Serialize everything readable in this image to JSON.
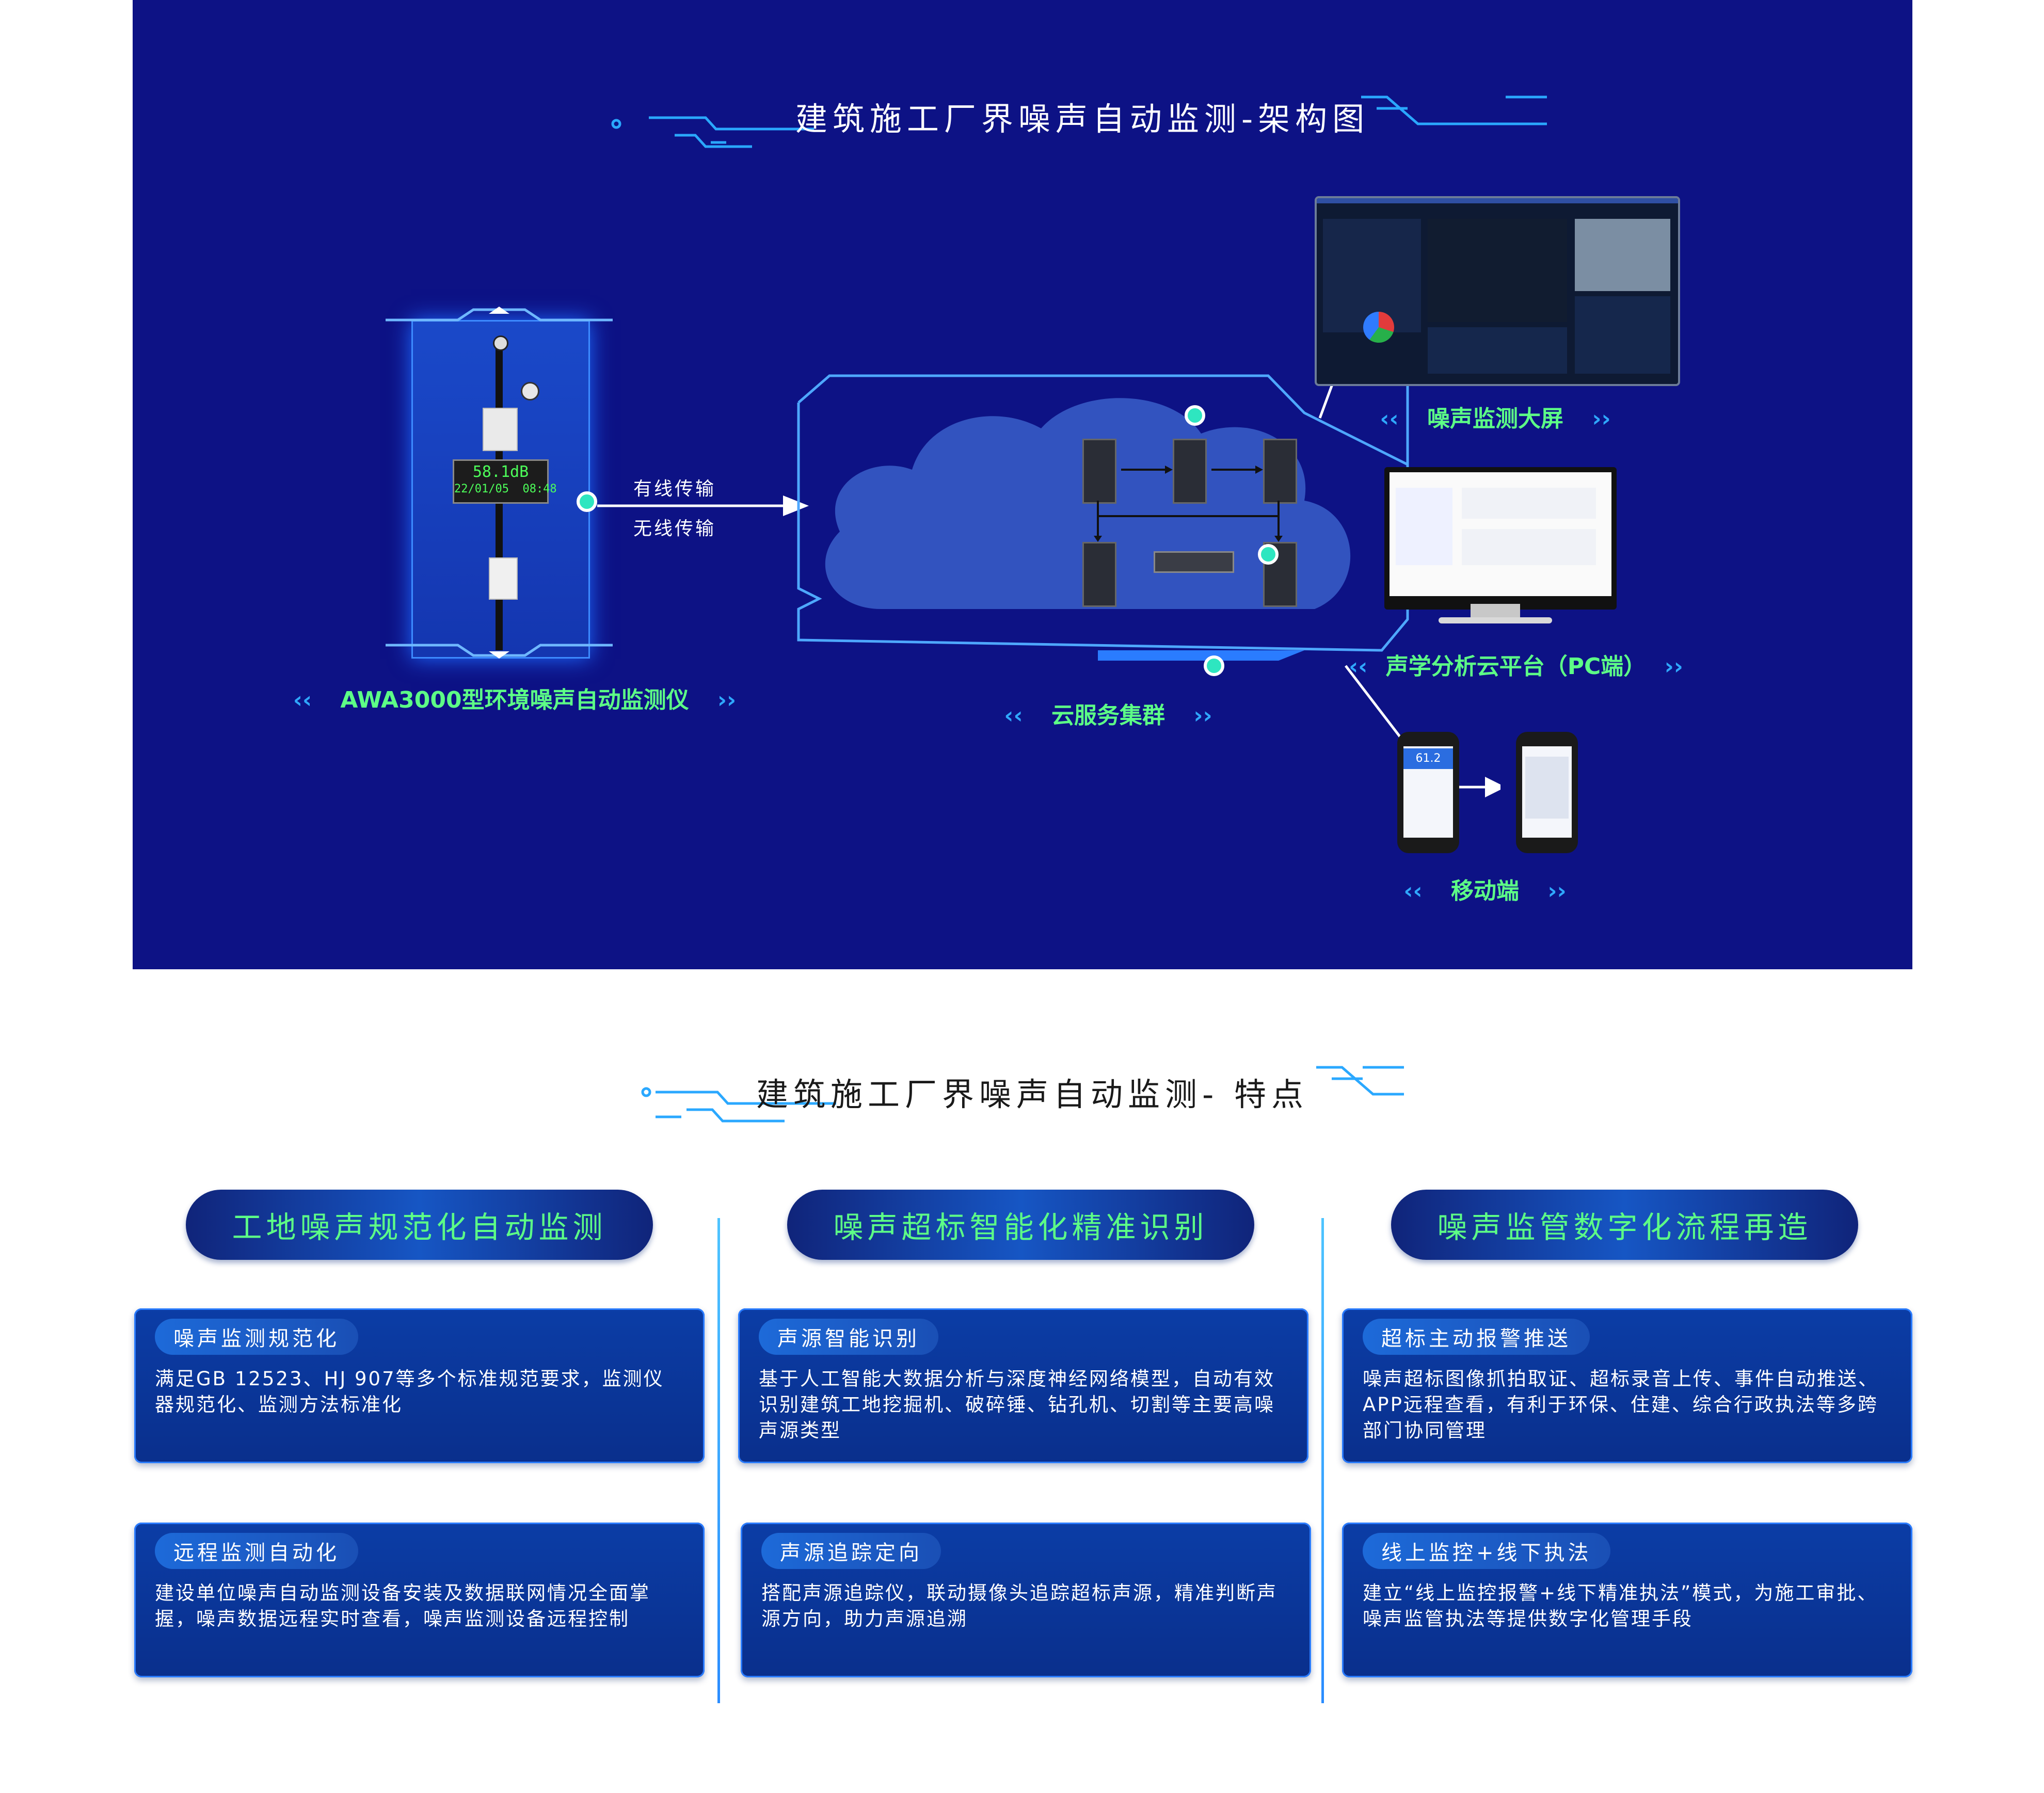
{
  "architecture": {
    "title": "建筑施工厂界噪声自动监测-架构图",
    "device": {
      "label": "AWA3000型环境噪声自动监测仪",
      "display_value": "58.1dB",
      "display_datetime": "22/01/05  08:48"
    },
    "transmission": {
      "wired": "有线传输",
      "wireless": "无线传输"
    },
    "cloud_label": "云服务集群",
    "outputs": {
      "big_screen": "噪声监测大屏",
      "pc": "声学分析云平台（PC端）",
      "mobile": "移动端",
      "mobile_value": "61.2"
    }
  },
  "features": {
    "title": "建筑施工厂界噪声自动监测- 特点",
    "columns": [
      {
        "heading": "工地噪声规范化自动监测",
        "cards": [
          {
            "tag": "噪声监测规范化",
            "text": "满足GB 12523、HJ 907等多个标准规范要求，监测仪器规范化、监测方法标准化"
          },
          {
            "tag": "远程监测自动化",
            "text": "建设单位噪声自动监测设备安装及数据联网情况全面掌握，噪声数据远程实时查看，噪声监测设备远程控制"
          }
        ]
      },
      {
        "heading": "噪声超标智能化精准识别",
        "cards": [
          {
            "tag": "声源智能识别",
            "text": "基于人工智能大数据分析与深度神经网络模型，自动有效识别建筑工地挖掘机、破碎锤、钻孔机、切割等主要高噪声源类型"
          },
          {
            "tag": "声源追踪定向",
            "text": "搭配声源追踪仪，联动摄像头追踪超标声源，精准判断声源方向，助力声源追溯"
          }
        ]
      },
      {
        "heading": "噪声监管数字化流程再造",
        "cards": [
          {
            "tag": "超标主动报警推送",
            "text": "噪声超标图像抓拍取证、超标录音上传、事件自动推送、APP远程查看，有利于环保、住建、综合行政执法等多跨部门协同管理"
          },
          {
            "tag": "线上监控+线下执法",
            "text": "建立“线上监控报警+线下精准执法”模式，为施工审批、噪声监管执法等提供数字化管理手段"
          }
        ]
      }
    ]
  },
  "colors": {
    "panel_bg": "#0d1285",
    "accent_green": "#5dff86",
    "accent_blue": "#2aa8ff",
    "node": "#2ee6c0"
  }
}
